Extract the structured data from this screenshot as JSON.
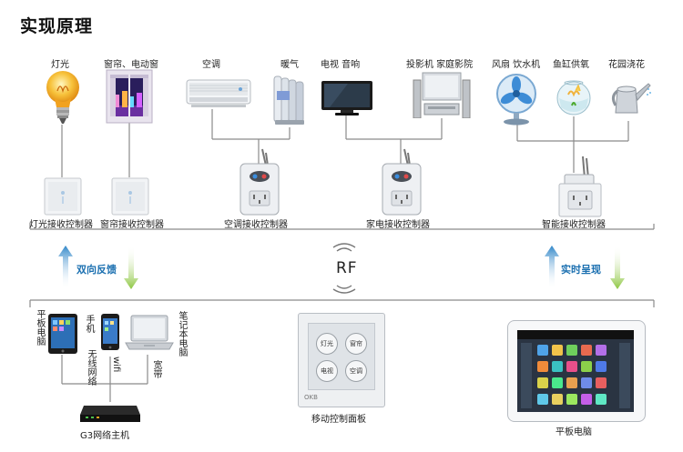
{
  "title": "实现原理",
  "appliances": {
    "light": "灯光",
    "curtain": "窗帘、电动窗",
    "aircon": "空调",
    "heater": "暖气",
    "tv_audio": "电视  音响",
    "projector": "投影机 家庭影院",
    "fan": "风扇 饮水机",
    "aquarium": "鱼缸供氧",
    "garden": "花园浇花"
  },
  "receivers": {
    "light": "灯光接收控制器",
    "curtain": "窗帘接收控制器",
    "aircon": "空调接收控制器",
    "appliance": "家电接收控制器",
    "smart": "智能接收控制器"
  },
  "middle": {
    "feedback": "双向反馈",
    "rf": "RF",
    "realtime": "实时呈现"
  },
  "devices": {
    "tablet": "平板电脑",
    "phone": "手机",
    "laptop": "笔记本电脑",
    "wireless": "无线网络",
    "wifi": "wifi",
    "broadband": "宽带",
    "host": "G3网络主机",
    "panel": "移动控制面板",
    "tablet_right": "平板电脑"
  },
  "panel_buttons": [
    "灯光",
    "窗帘",
    "电视",
    "空调"
  ],
  "panel_brand": "OKB",
  "colors": {
    "line": "#8a8a8a",
    "arrow_blue": "#2f86c8",
    "arrow_green": "#8cc63f",
    "label_blue": "#1a6fb0"
  }
}
